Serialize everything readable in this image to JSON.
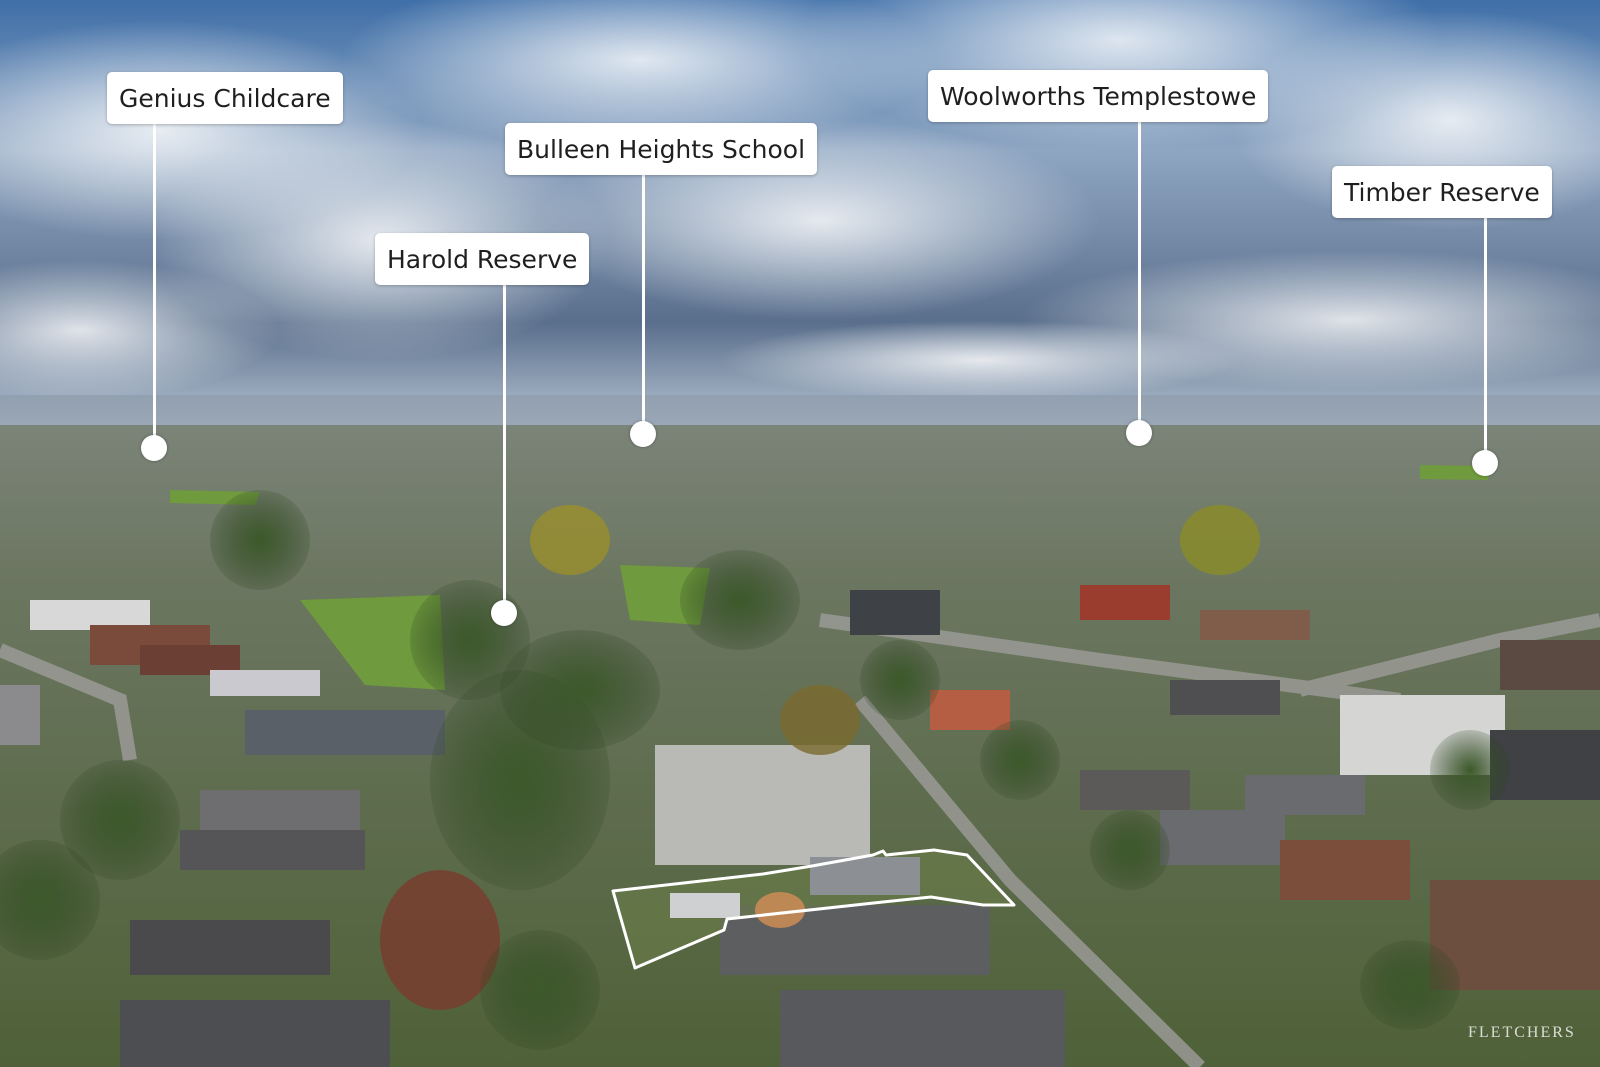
{
  "photo": {
    "subject": "aerial-suburb-photo",
    "colors": {
      "sky_top": "#3f6fa8",
      "sky_haze": "#b9c6d4",
      "suburb": "#5f7050",
      "park": "#6f9a3d",
      "highlight": "#ffffff"
    }
  },
  "callouts": [
    {
      "id": "genius-childcare",
      "label": "Genius Childcare"
    },
    {
      "id": "harold-reserve",
      "label": "Harold Reserve"
    },
    {
      "id": "bulleen-heights-school",
      "label": "Bulleen Heights School"
    },
    {
      "id": "woolworths-templestowe",
      "label": "Woolworths Templestowe"
    },
    {
      "id": "timber-reserve",
      "label": "Timber Reserve"
    }
  ],
  "watermark": {
    "text": "FLETCHERS"
  }
}
